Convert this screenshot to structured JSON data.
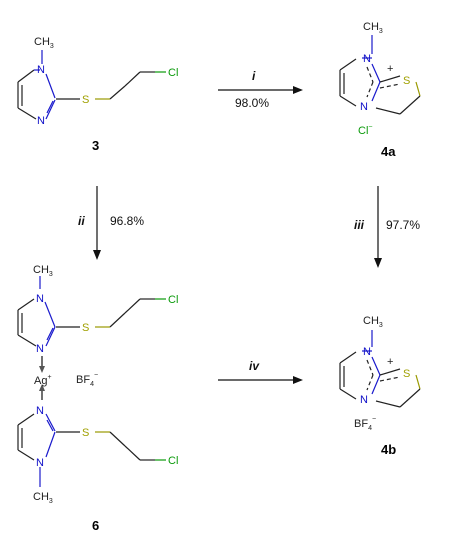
{
  "compounds": {
    "c3": {
      "label": "3"
    },
    "c4a": {
      "label": "4a",
      "counterion": "Cl",
      "counterion_charge": "−",
      "charge": "+"
    },
    "c4b": {
      "label": "4b",
      "counterion": "BF",
      "counterion_sub": "4",
      "counterion_charge": "−",
      "charge": "+"
    },
    "c6": {
      "label": "6",
      "metal": "Ag",
      "metal_charge": "+",
      "counterion": "BF",
      "counterion_sub": "4",
      "counterion_charge": "−"
    }
  },
  "atoms": {
    "N": "N",
    "S": "S",
    "Cl": "Cl",
    "CH": "CH",
    "methyl_sub": "3"
  },
  "reactions": [
    {
      "step": "i",
      "yield": "98.0%"
    },
    {
      "step": "ii",
      "yield": "96.8%"
    },
    {
      "step": "iii",
      "yield": "97.7%"
    },
    {
      "step": "iv",
      "yield": ""
    }
  ]
}
